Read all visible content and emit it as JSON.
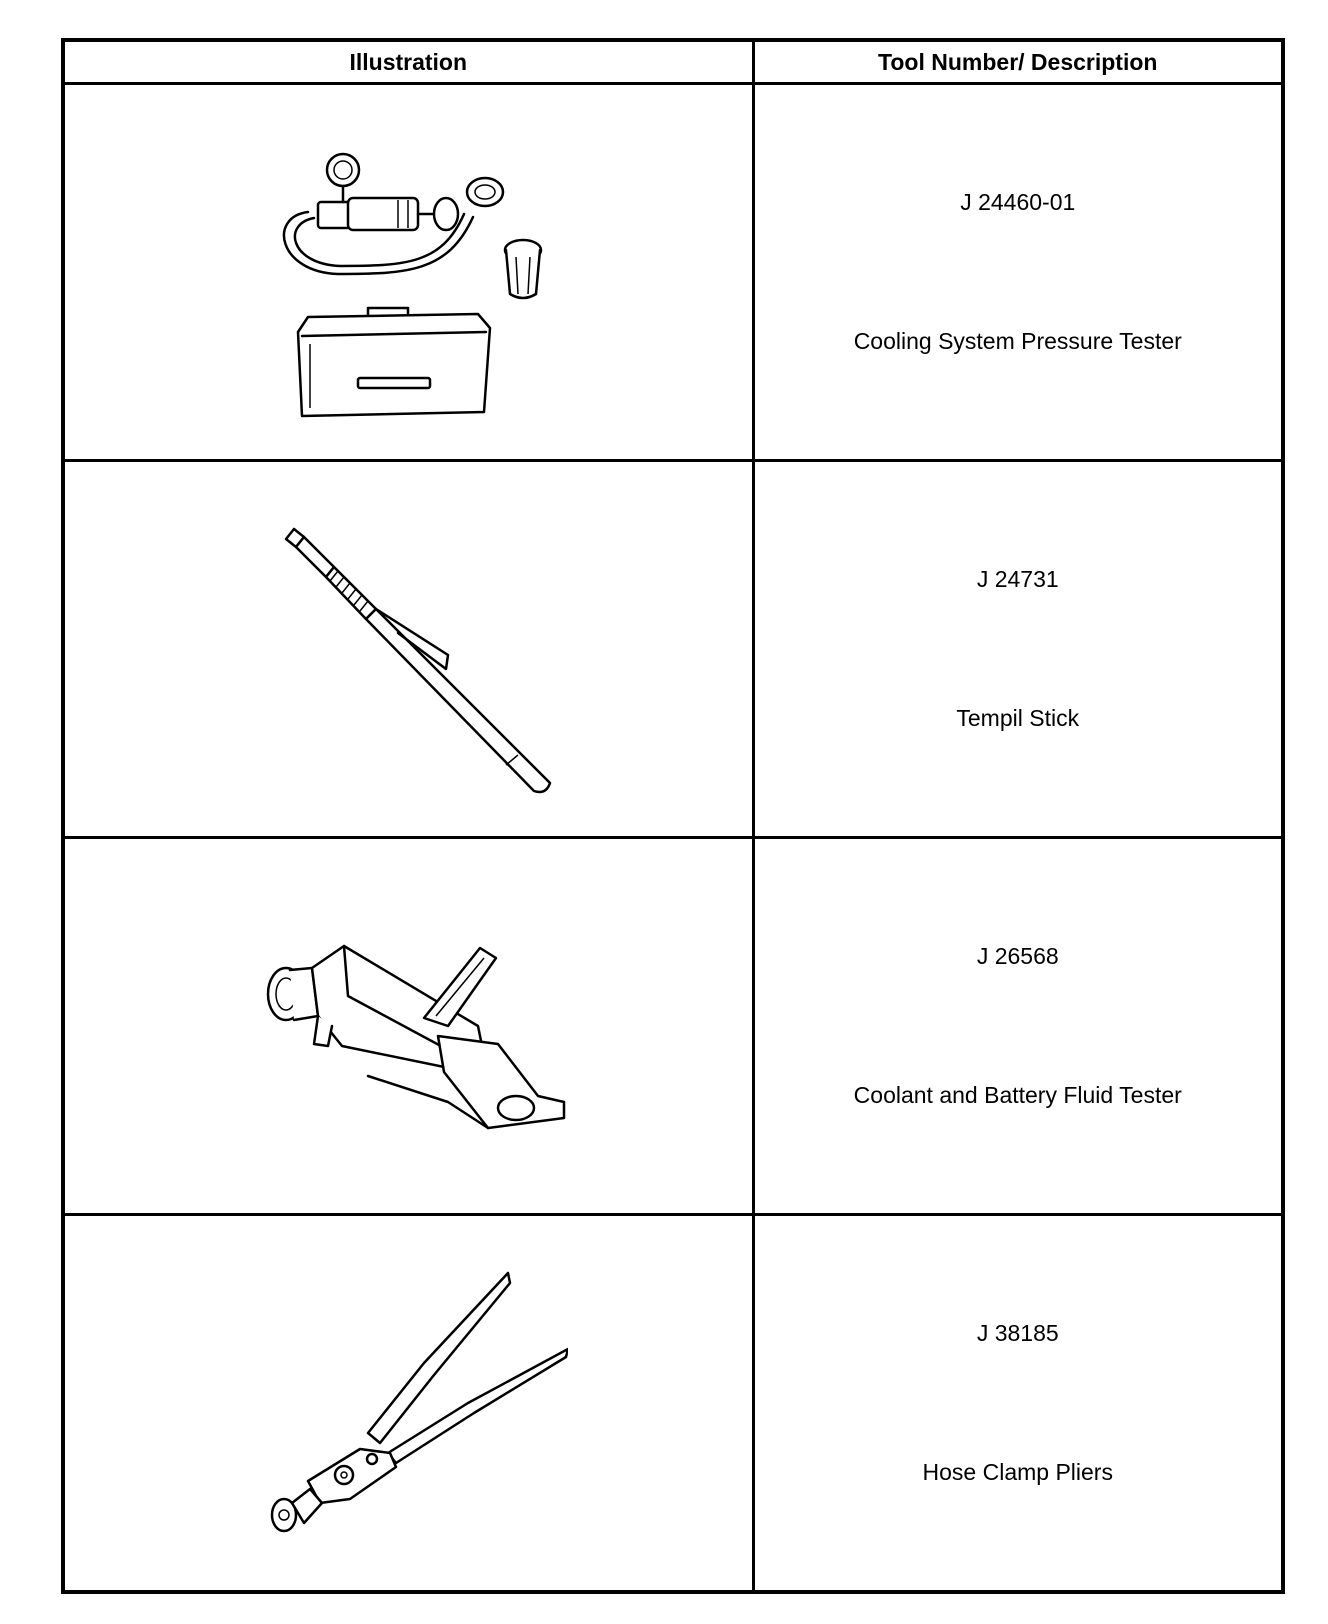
{
  "table": {
    "headers": {
      "illustration": "Illustration",
      "tool": "Tool Number/ Description"
    },
    "rows": [
      {
        "number": "J 24460-01",
        "description": "Cooling System Pressure Tester",
        "icon": "pressure-tester-icon"
      },
      {
        "number": "J 24731",
        "description": "Tempil Stick",
        "icon": "tempil-stick-icon"
      },
      {
        "number": "J 26568",
        "description": "Coolant and Battery Fluid Tester",
        "icon": "fluid-tester-icon"
      },
      {
        "number": "J 38185",
        "description": "Hose Clamp Pliers",
        "icon": "hose-clamp-pliers-icon"
      }
    ]
  }
}
